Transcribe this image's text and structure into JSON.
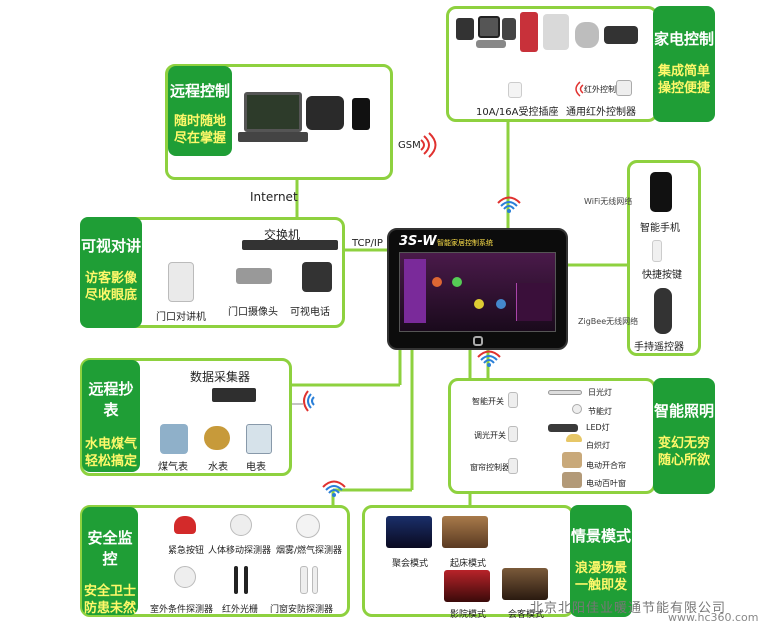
{
  "groups": {
    "appliance": {
      "title": "家电控制",
      "sub1": "集成简单",
      "sub2": "操控便捷"
    },
    "remote": {
      "title": "远程控制",
      "sub1": "随时随地",
      "sub2": "尽在掌握"
    },
    "video": {
      "title": "可视对讲",
      "sub1": "访客影像",
      "sub2": "尽收眼底"
    },
    "meter": {
      "title": "远程抄表",
      "sub1": "水电煤气",
      "sub2": "轻松搞定"
    },
    "security": {
      "title": "安全监控",
      "sub1": "安全卫士",
      "sub2": "防患未然"
    },
    "lighting": {
      "title": "智能照明",
      "sub1": "变幻无穷",
      "sub2": "随心所欲"
    },
    "scene": {
      "title": "情景模式",
      "sub1": "浪漫场景",
      "sub2": "一触即发"
    }
  },
  "appliance": {
    "socket": "10A/16A受控插座",
    "ir_controller": "通用红外控制器",
    "ir_tag": "红外控制"
  },
  "network": {
    "internet": "Internet",
    "gsm": "GSM",
    "tcpip": "TCP/IP",
    "switch": "交换机"
  },
  "video": {
    "intercom": "门口对讲机",
    "camera": "门口摄像头",
    "videophone": "可视电话"
  },
  "meter": {
    "collector": "数据采集器",
    "gas": "煤气表",
    "water": "水表",
    "electric": "电表"
  },
  "mobile": {
    "wifi": "WiFi无线网络",
    "zigbee": "ZigBee无线网络",
    "phone": "智能手机",
    "shortcut": "快捷按键",
    "remote": "手持遥控器"
  },
  "panel": {
    "title": "3S-W",
    "subtitle": "智能家居控制系统"
  },
  "lighting": {
    "smart_switch": "智能开关",
    "dimmer": "调光开关",
    "curtain_ctrl": "窗帘控制器",
    "fluorescent": "日光灯",
    "energy_saving": "节能灯",
    "led": "LED灯",
    "incandescent": "白炽灯",
    "curtain": "电动开合帘",
    "blind": "电动百叶窗"
  },
  "security": {
    "emergency": "紧急按钮",
    "motion": "人体移动探测器",
    "smoke": "烟雾/燃气探测器",
    "outdoor": "室外条件探测器",
    "infrared": "红外光栅",
    "door": "门窗安防探测器"
  },
  "scene": {
    "party": "聚会模式",
    "wakeup": "起床模式",
    "cinema": "影院模式",
    "guest": "会客模式"
  },
  "footer": {
    "company": "北京北阳佳业暖通节能有限公司",
    "site": "www.hc360.com"
  }
}
